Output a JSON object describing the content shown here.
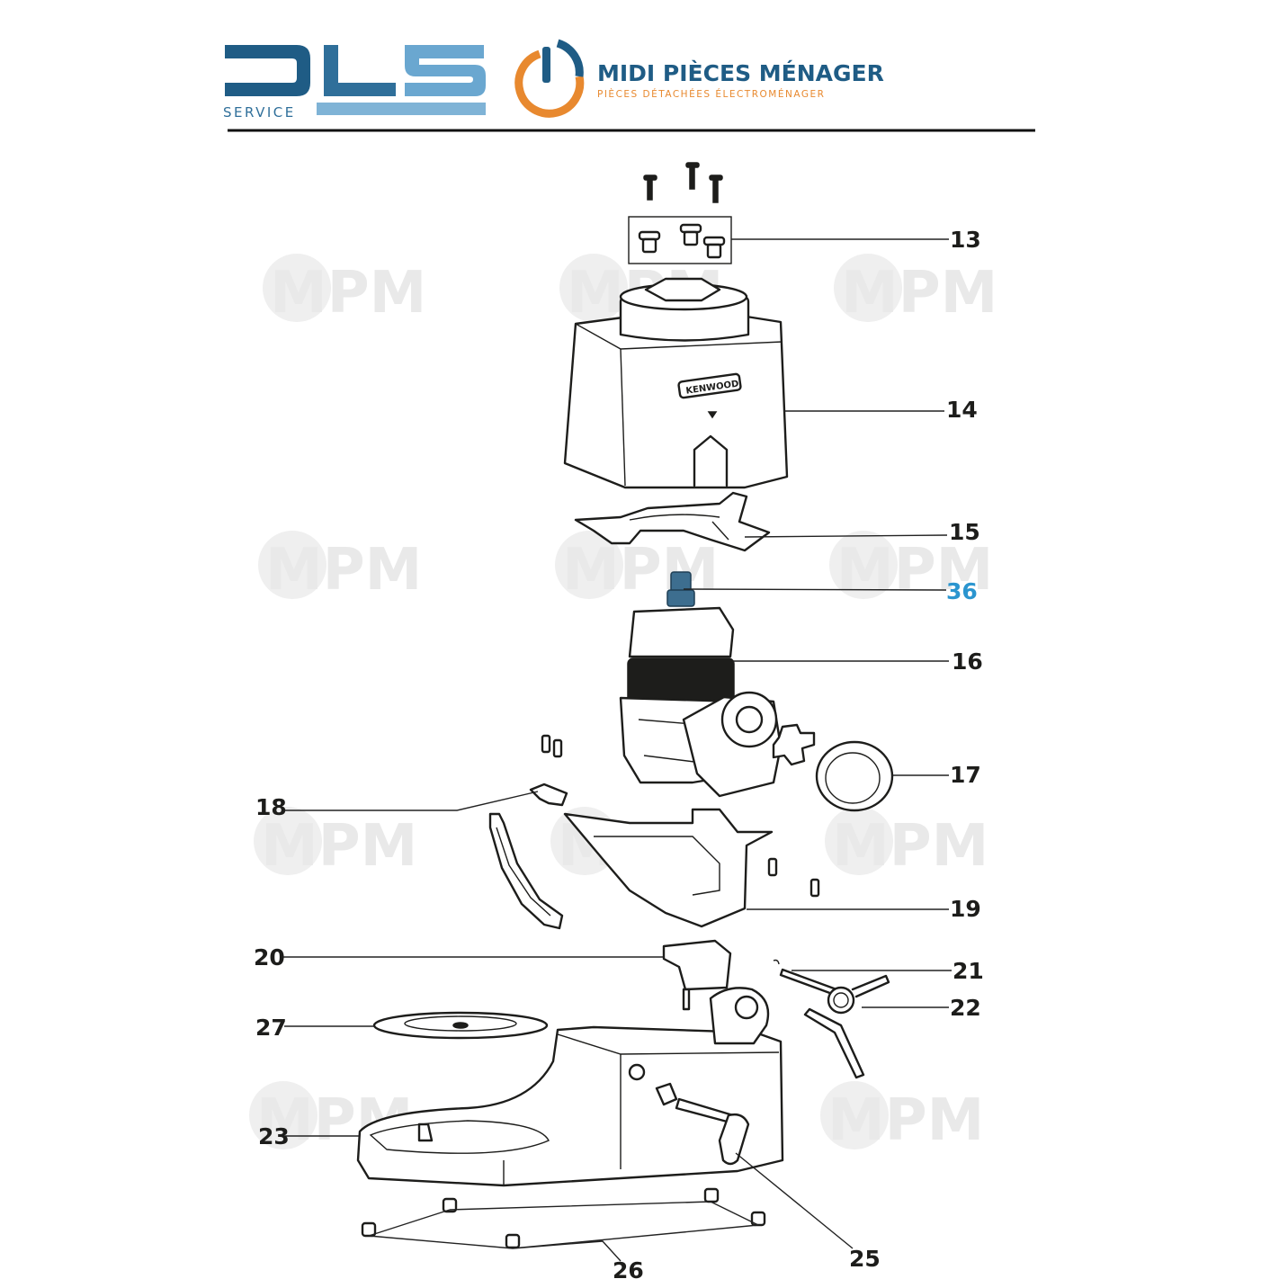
{
  "header": {
    "logo_left_text": "SERVICE",
    "logo_right_title": "MIDI PIÈCES MÉNAGER",
    "logo_right_subtitle": "PIÈCES DÉTACHÉES ÉLECTROMÉNAGER",
    "colors": {
      "dark_blue": "#1f5c85",
      "light_blue": "#6aa7d0",
      "orange": "#e8892f",
      "text": "#1d1d1b"
    }
  },
  "watermark": {
    "text": "MPM",
    "color": "#e9e9e9"
  },
  "product_badge": {
    "text": "KENWOOD"
  },
  "accent_color": "#2b95cf",
  "labels": {
    "p13": "13",
    "p14": "14",
    "p15": "15",
    "p36": "36",
    "p16": "16",
    "p17": "17",
    "p18": "18",
    "p19": "19",
    "p20": "20",
    "p21": "21",
    "p22": "22",
    "p27": "27",
    "p23": "23",
    "p25": "25",
    "p26": "26"
  }
}
